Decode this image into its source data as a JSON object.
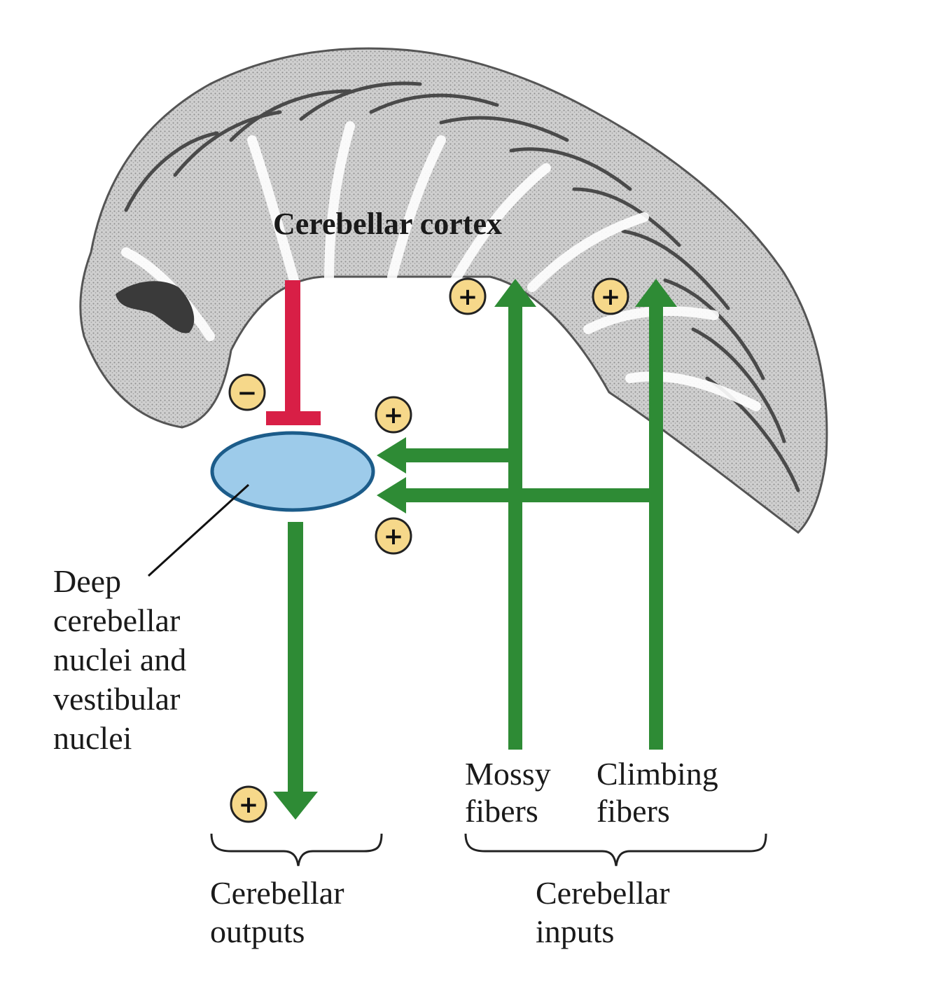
{
  "diagram": {
    "title": "Cerebellar cortex",
    "nucleus_label": [
      "Deep",
      "cerebellar",
      "nuclei and",
      "vestibular",
      "nuclei"
    ],
    "mossy_label": [
      "Mossy",
      "fibers"
    ],
    "climbing_label": [
      "Climbing",
      "fibers"
    ],
    "outputs_label": [
      "Cerebellar",
      "outputs"
    ],
    "inputs_label": [
      "Cerebellar",
      "inputs"
    ],
    "plus_sign": "+",
    "minus_sign": "−"
  },
  "colors": {
    "excitatory": "#2e8b35",
    "inhibitory": "#d81f46",
    "nucleus_fill": "#9dcbea",
    "nucleus_stroke": "#1c5c8a",
    "badge_fill": "#f6d88a",
    "badge_stroke": "#222222",
    "cortex_fill": "#c9c9c9",
    "cortex_dark": "#5a5a5a"
  }
}
